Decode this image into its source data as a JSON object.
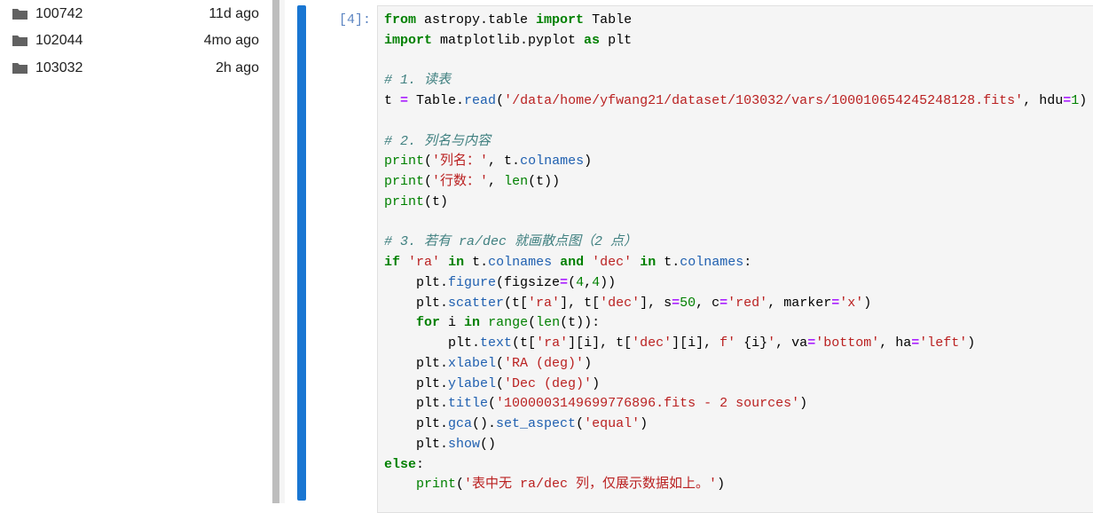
{
  "file_browser": {
    "items": [
      {
        "name": "100742",
        "modified": "11d ago"
      },
      {
        "name": "102044",
        "modified": "4mo ago"
      },
      {
        "name": "103032",
        "modified": "2h ago"
      }
    ]
  },
  "cell": {
    "prompt": "[4]:",
    "lines": [
      [
        [
          "k",
          "from"
        ],
        [
          "p",
          " astropy.table "
        ],
        [
          "k",
          "import"
        ],
        [
          "p",
          " Table"
        ]
      ],
      [
        [
          "k",
          "import"
        ],
        [
          "p",
          " matplotlib.pyplot "
        ],
        [
          "k",
          "as"
        ],
        [
          "p",
          " plt"
        ]
      ],
      [],
      [
        [
          "c",
          "# 1. 读表"
        ]
      ],
      [
        [
          "p",
          "t "
        ],
        [
          "o",
          "="
        ],
        [
          "p",
          " Table."
        ],
        [
          "a",
          "read"
        ],
        [
          "p",
          "("
        ],
        [
          "s",
          "'/data/home/yfwang21/dataset/103032/vars/100010654245248128.fits'"
        ],
        [
          "p",
          ", hdu"
        ],
        [
          "o",
          "="
        ],
        [
          "n",
          "1"
        ],
        [
          "p",
          ")"
        ]
      ],
      [],
      [
        [
          "c",
          "# 2. 列名与内容"
        ]
      ],
      [
        [
          "b",
          "print"
        ],
        [
          "p",
          "("
        ],
        [
          "s",
          "'列名：'"
        ],
        [
          "p",
          ", t."
        ],
        [
          "a",
          "colnames"
        ],
        [
          "p",
          ")"
        ]
      ],
      [
        [
          "b",
          "print"
        ],
        [
          "p",
          "("
        ],
        [
          "s",
          "'行数：'"
        ],
        [
          "p",
          ", "
        ],
        [
          "b",
          "len"
        ],
        [
          "p",
          "(t))"
        ]
      ],
      [
        [
          "b",
          "print"
        ],
        [
          "p",
          "(t)"
        ]
      ],
      [],
      [
        [
          "c",
          "# 3. 若有 ra/dec 就画散点图（2 点）"
        ]
      ],
      [
        [
          "k",
          "if"
        ],
        [
          "p",
          " "
        ],
        [
          "s",
          "'ra'"
        ],
        [
          "p",
          " "
        ],
        [
          "k",
          "in"
        ],
        [
          "p",
          " t."
        ],
        [
          "a",
          "colnames"
        ],
        [
          "p",
          " "
        ],
        [
          "k",
          "and"
        ],
        [
          "p",
          " "
        ],
        [
          "s",
          "'dec'"
        ],
        [
          "p",
          " "
        ],
        [
          "k",
          "in"
        ],
        [
          "p",
          " t."
        ],
        [
          "a",
          "colnames"
        ],
        [
          "p",
          ":"
        ]
      ],
      [
        [
          "p",
          "    plt."
        ],
        [
          "a",
          "figure"
        ],
        [
          "p",
          "(figsize"
        ],
        [
          "o",
          "="
        ],
        [
          "p",
          "("
        ],
        [
          "n",
          "4"
        ],
        [
          "p",
          ","
        ],
        [
          "n",
          "4"
        ],
        [
          "p",
          "))"
        ]
      ],
      [
        [
          "p",
          "    plt."
        ],
        [
          "a",
          "scatter"
        ],
        [
          "p",
          "(t["
        ],
        [
          "s",
          "'ra'"
        ],
        [
          "p",
          "], t["
        ],
        [
          "s",
          "'dec'"
        ],
        [
          "p",
          "], s"
        ],
        [
          "o",
          "="
        ],
        [
          "n",
          "50"
        ],
        [
          "p",
          ", c"
        ],
        [
          "o",
          "="
        ],
        [
          "s",
          "'red'"
        ],
        [
          "p",
          ", marker"
        ],
        [
          "o",
          "="
        ],
        [
          "s",
          "'x'"
        ],
        [
          "p",
          ")"
        ]
      ],
      [
        [
          "p",
          "    "
        ],
        [
          "k",
          "for"
        ],
        [
          "p",
          " i "
        ],
        [
          "k",
          "in"
        ],
        [
          "p",
          " "
        ],
        [
          "b",
          "range"
        ],
        [
          "p",
          "("
        ],
        [
          "b",
          "len"
        ],
        [
          "p",
          "(t)):"
        ]
      ],
      [
        [
          "p",
          "        plt."
        ],
        [
          "a",
          "text"
        ],
        [
          "p",
          "(t["
        ],
        [
          "s",
          "'ra'"
        ],
        [
          "p",
          "][i], t["
        ],
        [
          "s",
          "'dec'"
        ],
        [
          "p",
          "][i], "
        ],
        [
          "s",
          "f' "
        ],
        [
          "p",
          "{i}"
        ],
        [
          "s",
          "'"
        ],
        [
          "p",
          ", va"
        ],
        [
          "o",
          "="
        ],
        [
          "s",
          "'bottom'"
        ],
        [
          "p",
          ", ha"
        ],
        [
          "o",
          "="
        ],
        [
          "s",
          "'left'"
        ],
        [
          "p",
          ")"
        ]
      ],
      [
        [
          "p",
          "    plt."
        ],
        [
          "a",
          "xlabel"
        ],
        [
          "p",
          "("
        ],
        [
          "s",
          "'RA (deg)'"
        ],
        [
          "p",
          ")"
        ]
      ],
      [
        [
          "p",
          "    plt."
        ],
        [
          "a",
          "ylabel"
        ],
        [
          "p",
          "("
        ],
        [
          "s",
          "'Dec (deg)'"
        ],
        [
          "p",
          ")"
        ]
      ],
      [
        [
          "p",
          "    plt."
        ],
        [
          "a",
          "title"
        ],
        [
          "p",
          "("
        ],
        [
          "s",
          "'1000003149699776896.fits - 2 sources'"
        ],
        [
          "p",
          ")"
        ]
      ],
      [
        [
          "p",
          "    plt."
        ],
        [
          "a",
          "gca"
        ],
        [
          "p",
          "()."
        ],
        [
          "a",
          "set_aspect"
        ],
        [
          "p",
          "("
        ],
        [
          "s",
          "'equal'"
        ],
        [
          "p",
          ")"
        ]
      ],
      [
        [
          "p",
          "    plt."
        ],
        [
          "a",
          "show"
        ],
        [
          "p",
          "()"
        ]
      ],
      [
        [
          "k",
          "else"
        ],
        [
          "p",
          ":"
        ]
      ],
      [
        [
          "p",
          "    "
        ],
        [
          "b",
          "print"
        ],
        [
          "p",
          "("
        ],
        [
          "s",
          "'表中无 ra/dec 列，仅展示数据如上。'"
        ],
        [
          "p",
          ")"
        ]
      ]
    ]
  }
}
